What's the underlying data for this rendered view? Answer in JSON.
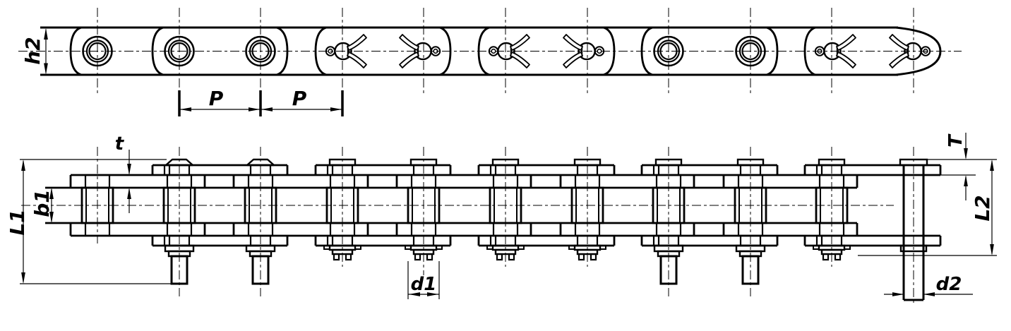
{
  "drawing": {
    "type": "technical-drawing",
    "ink_color": "#000000",
    "paper_color": "#ffffff"
  },
  "labels": {
    "h2": "h2",
    "p_left": "P",
    "p_right": "P",
    "t_small": "t",
    "b1": "b1",
    "l1": "L1",
    "d1": "d1",
    "d2": "d2",
    "l2": "L2",
    "t_cap": "T"
  }
}
